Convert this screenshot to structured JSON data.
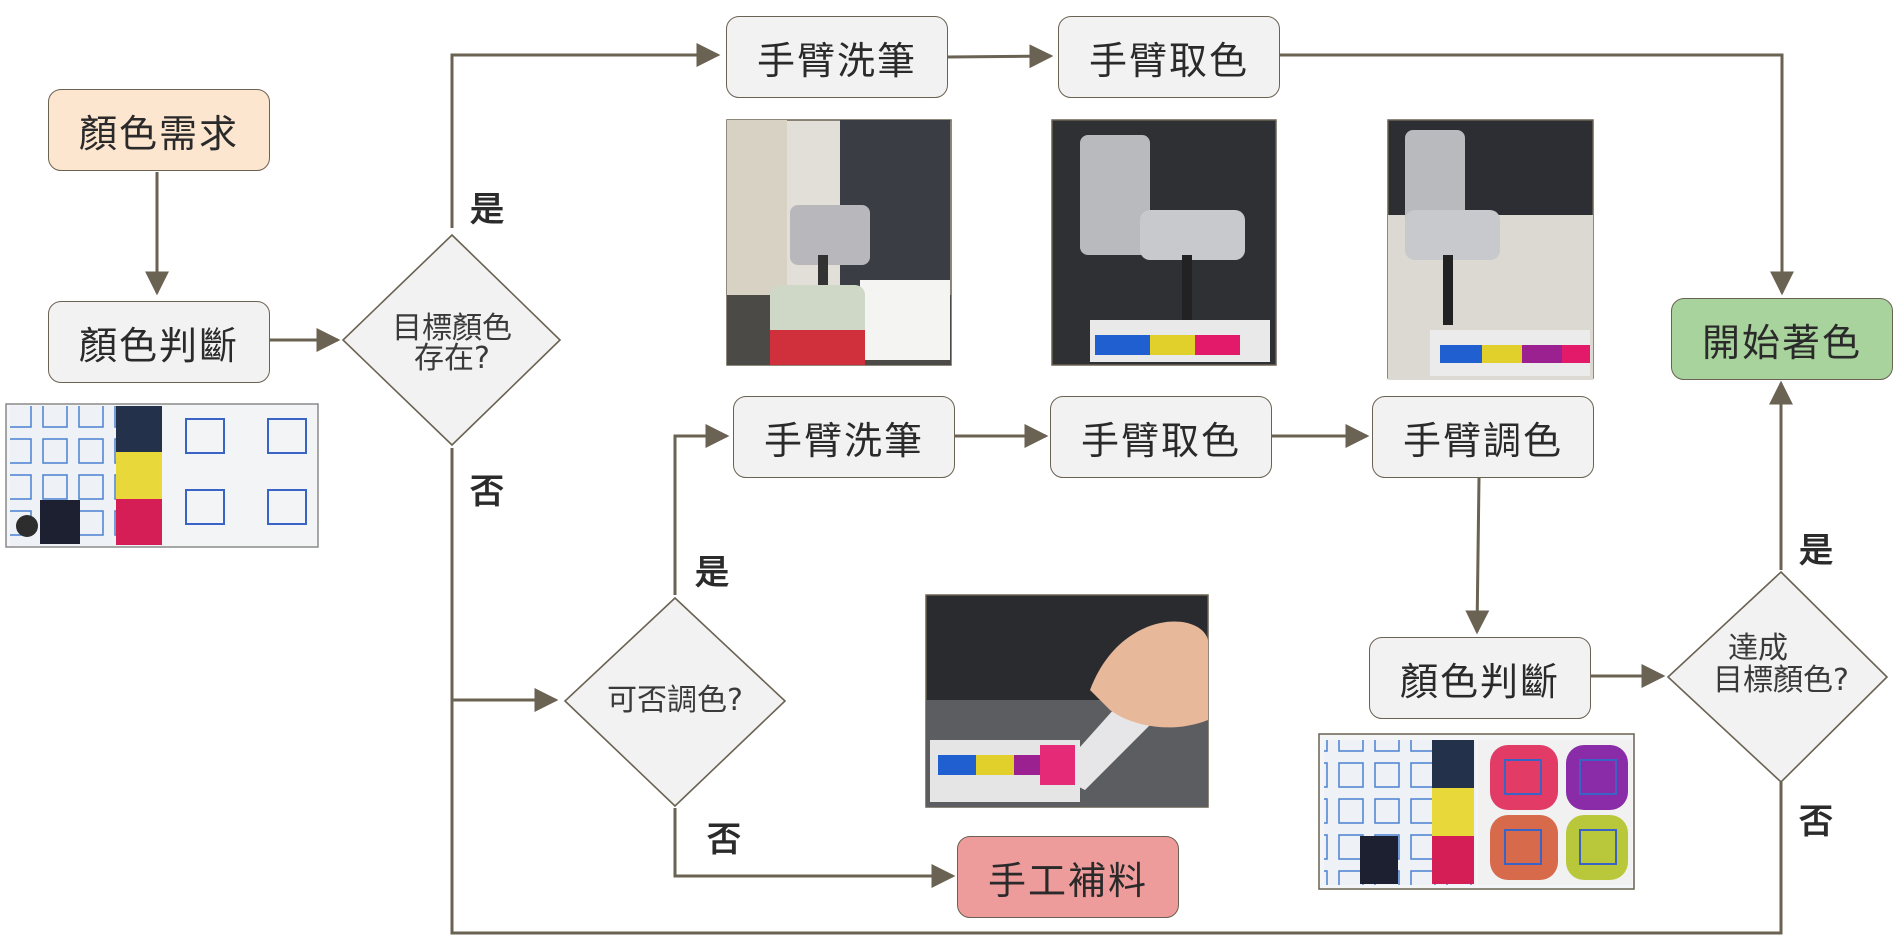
{
  "nodes": {
    "color_demand": "顏色需求",
    "color_judge_1": "顏色判斷",
    "wash_top": "手臂洗筆",
    "take_top": "手臂取色",
    "wash_mid": "手臂洗筆",
    "take_mid": "手臂取色",
    "mix_mid": "手臂調色",
    "color_judge_2": "顏色判斷",
    "start_color": "開始著色",
    "manual_refill": "手工補料"
  },
  "decisions": {
    "target_exists": [
      "目標顏色",
      "存在?"
    ],
    "can_mix": [
      "可否調色?"
    ],
    "reach_target": [
      "達成",
      "目標顏色?"
    ]
  },
  "branch_labels": {
    "yes_1": "是",
    "no_1": "否",
    "yes_2": "是",
    "no_2": "否",
    "yes_3": "是",
    "no_3": "否"
  },
  "photos": {
    "palette_1": "palette-grid-image",
    "wash_photo": "robot-arm-washing-brush-photo",
    "take_photo": "robot-arm-taking-paint-photo",
    "mix_photo": "robot-arm-mixing-paint-photo",
    "manual_photo": "hand-refilling-paint-photo",
    "palette_2": "palette-mixed-result-image"
  },
  "colors": {
    "edge": "#6a6252",
    "node_fill": "#f2f2f2",
    "demand_fill": "#fde6cf",
    "start_fill": "#a9d39d",
    "manual_fill": "#ee9b9b"
  }
}
